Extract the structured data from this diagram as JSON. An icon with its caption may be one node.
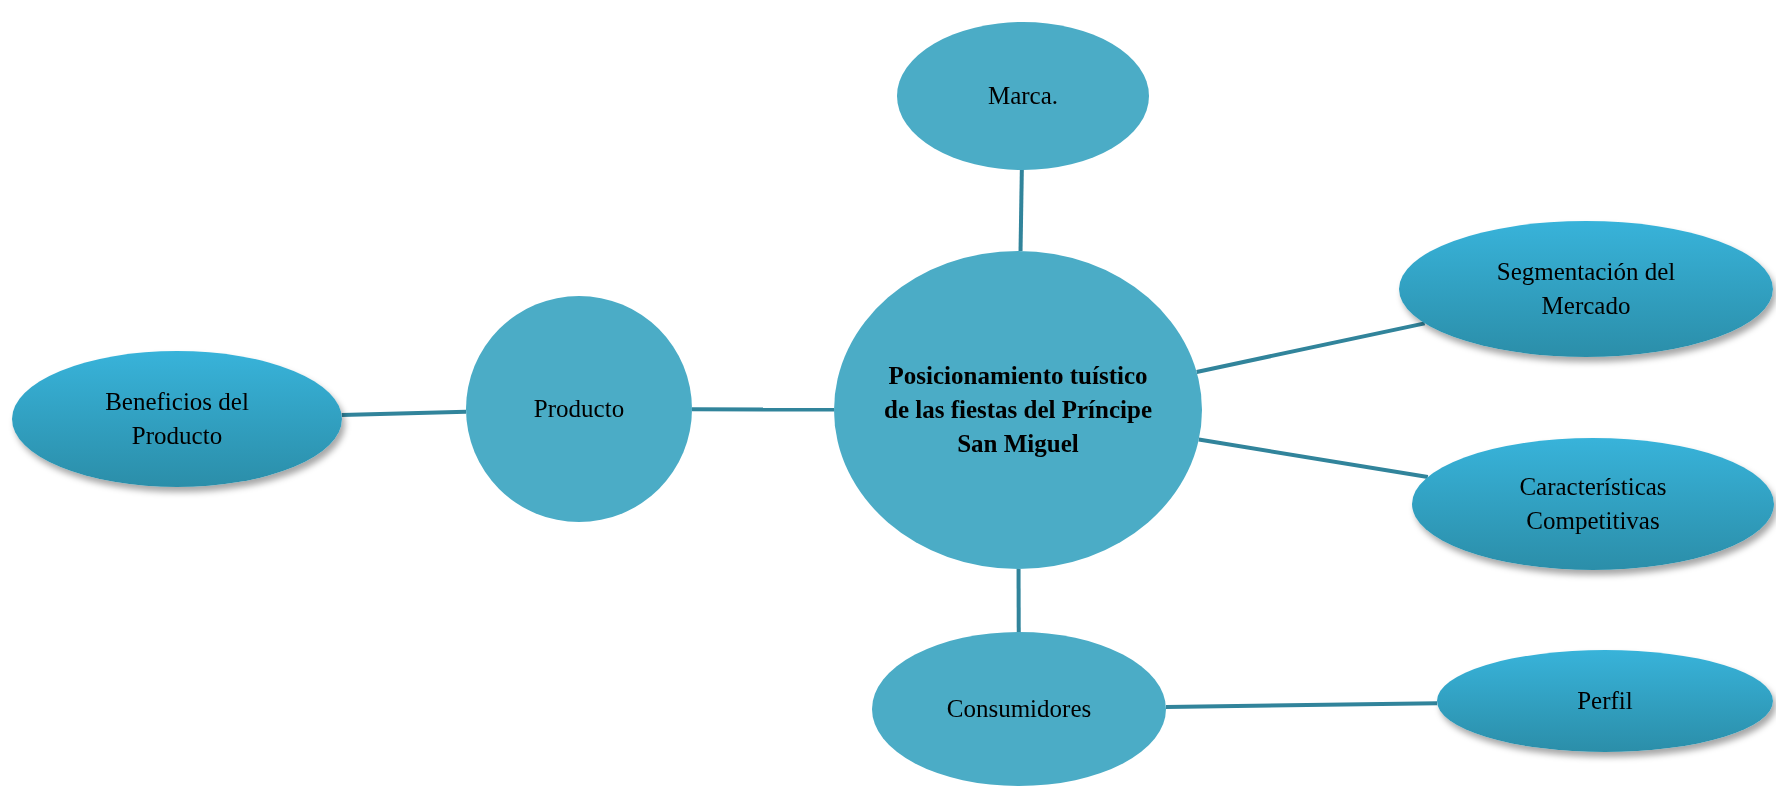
{
  "diagram": {
    "nodes": [
      {
        "text": [
          "Marca."
        ]
      },
      {
        "text": [
          "Segmentación del Mercado"
        ]
      },
      {
        "text": [
          "Beneficios del Producto"
        ]
      },
      {
        "text": [
          "Producto"
        ]
      },
      {
        "text": [
          "Posicionamiento tuístico de las fiestas del Príncipe San Miguel"
        ]
      },
      {
        "text": [
          "Características Competitivas"
        ]
      },
      {
        "text": [
          "Consumidores"
        ]
      },
      {
        "text": [
          "Perfil"
        ]
      }
    ],
    "edges": [
      {
        "from": 4,
        "to": 0,
        "arrow": "none"
      },
      {
        "from": 4,
        "to": 1,
        "arrow": "none"
      },
      {
        "from": 2,
        "to": 3,
        "arrow": "none"
      },
      {
        "from": 3,
        "to": 4,
        "arrow": "none"
      },
      {
        "from": 4,
        "to": 5,
        "arrow": "none"
      },
      {
        "from": 4,
        "to": 6,
        "arrow": "none"
      },
      {
        "from": 6,
        "to": 7,
        "arrow": "none"
      }
    ]
  }
}
